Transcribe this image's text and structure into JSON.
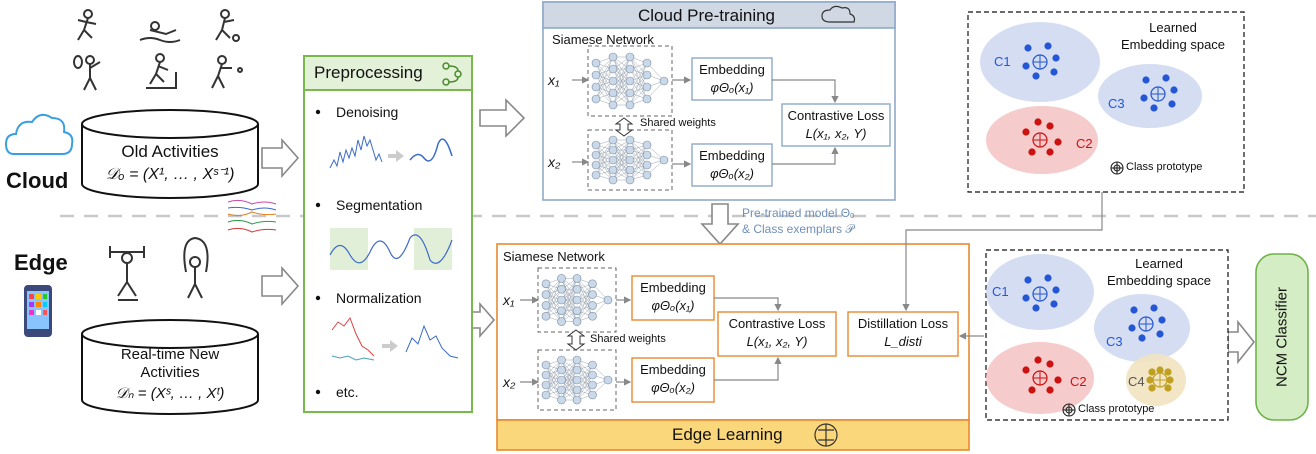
{
  "cloud": {
    "label": "Cloud",
    "old_activities_title": "Old Activities",
    "old_activities_formula": "𝒟ₒ = (X¹, … , Xˢ⁻¹)"
  },
  "edge": {
    "label": "Edge",
    "new_activities_title_1": "Real-time New",
    "new_activities_title_2": "Activities",
    "new_activities_formula": "𝒟ₙ = (Xˢ, … , Xᵗ)"
  },
  "preprocessing": {
    "title": "Preprocessing",
    "steps": [
      "Denoising",
      "Segmentation",
      "Normalization",
      "etc."
    ]
  },
  "cloud_pretraining": {
    "title": "Cloud Pre-training",
    "network_label": "Siamese Network",
    "input_1": "x₁",
    "input_2": "x₂",
    "embedding_label": "Embedding",
    "embedding_1": "φΘₒ(x₁)",
    "embedding_2": "φΘₒ(x₂)",
    "shared_weights": "Shared weights",
    "loss_title": "Contrastive Loss",
    "loss_formula": "L(x₁, x₂, Y)"
  },
  "transfer": {
    "line_1": "Pre-trained model Θₒ",
    "line_2": "& Class exemplars 𝒫"
  },
  "edge_learning": {
    "title": "Edge Learning",
    "network_label": "Siamese Network",
    "input_1": "x₁",
    "input_2": "x₂",
    "embedding_label": "Embedding",
    "embedding_1": "φΘₒ(x₁)",
    "embedding_2": "φΘₒ(x₂)",
    "shared_weights": "Shared weights",
    "loss_title": "Contrastive Loss",
    "loss_formula": "L(x₁, x₂, Y)",
    "distill_title": "Distillation Loss",
    "distill_formula": "L_disti"
  },
  "cloud_embedding_space": {
    "title_1": "Learned",
    "title_2": "Embedding space",
    "classes": [
      "C1",
      "C2",
      "C3"
    ],
    "prototype_legend": "Class prototype"
  },
  "edge_embedding_space": {
    "title_1": "Learned",
    "title_2": "Embedding space",
    "classes": [
      "C1",
      "C2",
      "C3",
      "C4"
    ],
    "prototype_legend": "Class prototype"
  },
  "classifier": {
    "label": "NCM Classifier"
  },
  "colors": {
    "cloud_box": "#8fa9c8",
    "cloud_header": "#cfd8e3",
    "edge_box": "#e8882f",
    "edge_header": "#fbd77c",
    "prep_box": "#79b84a",
    "classifier_fill": "#d4edc4",
    "classifier_border": "#6fb24a",
    "c1_c3_fill": "#c9d5ef",
    "c2_fill": "#f4c5c5",
    "c4_fill": "#f1e3c0",
    "blue_dot": "#2456d6",
    "red_dot": "#cc1111",
    "olive_dot": "#c0a020"
  }
}
